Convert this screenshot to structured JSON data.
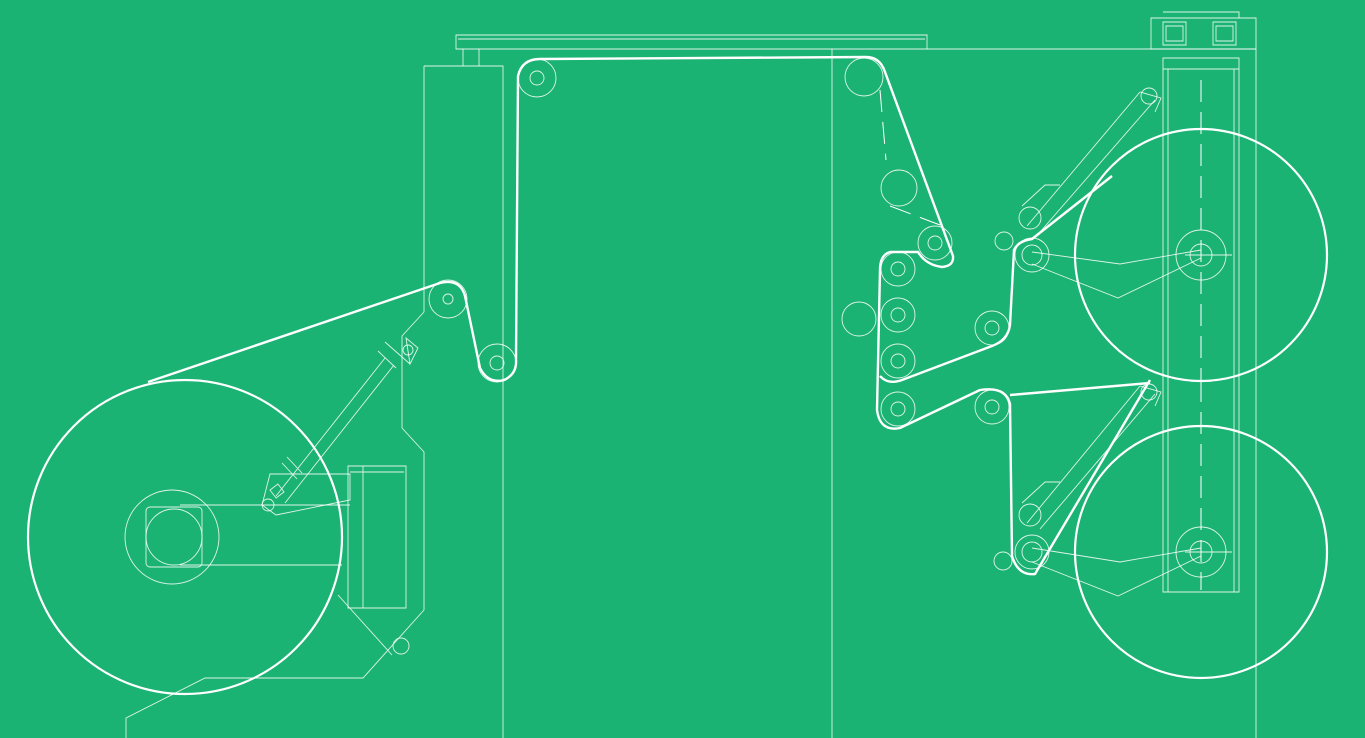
{
  "palette": {
    "background": "#1bb373",
    "line": "#ffffff"
  },
  "components": {
    "unwind_reel": "unwind-reel",
    "rewind_reels": [
      "rewind-reel-upper",
      "rewind-reel-lower"
    ],
    "idler_rollers": "idler-roller",
    "web_path": "material-web-path",
    "frame": "machine-frame"
  }
}
